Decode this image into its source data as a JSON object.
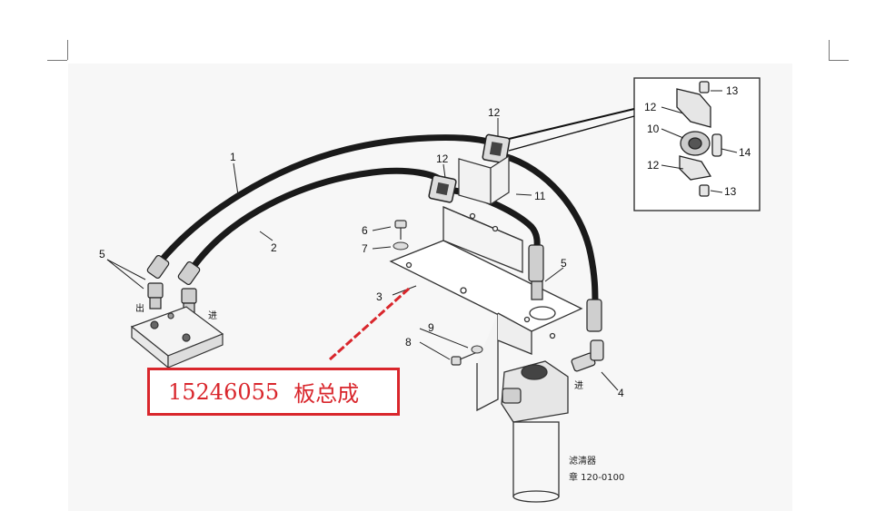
{
  "callout": {
    "part_number": "15246055",
    "part_name": "板总成"
  },
  "labels": {
    "n1": "1",
    "n2": "2",
    "n3": "3",
    "n4": "4",
    "n5a": "5",
    "n5b": "5",
    "n6": "6",
    "n7": "7",
    "n8": "8",
    "n9": "9",
    "n10": "10",
    "n11": "11",
    "n12a": "12",
    "n12b": "12",
    "n12c": "12",
    "n12d": "12",
    "n13a": "13",
    "n13b": "13",
    "n14": "14"
  },
  "port_text": {
    "out": "出",
    "in_left": "进",
    "in_right": "进"
  },
  "filter": {
    "name": "滤清器",
    "ref": "章 120-0100"
  },
  "colors": {
    "callout": "#d9262c",
    "hose": "#1a1a1a",
    "pointer": "#d9262c"
  }
}
